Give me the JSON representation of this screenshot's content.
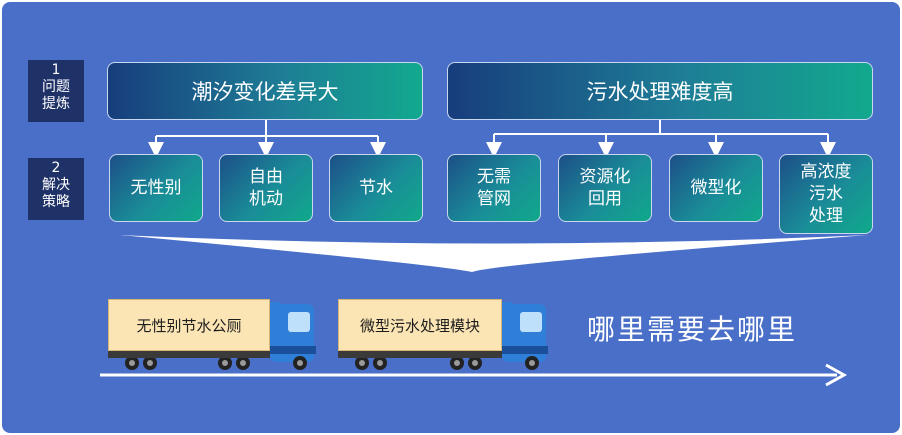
{
  "side_labels": [
    {
      "number": "1",
      "line1": "问题",
      "line2": "提炼"
    },
    {
      "number": "2",
      "line1": "解决",
      "line2": "策略"
    }
  ],
  "problems": [
    {
      "label": "潮汐变化差异大"
    },
    {
      "label": "污水处理难度高"
    }
  ],
  "strategies_left": [
    {
      "line1": "无性别",
      "line2": ""
    },
    {
      "line1": "自由",
      "line2": "机动"
    },
    {
      "line1": "节水",
      "line2": ""
    }
  ],
  "strategies_right": [
    {
      "line1": "无需",
      "line2": "管网",
      "line3": ""
    },
    {
      "line1": "资源化",
      "line2": "回用",
      "line3": ""
    },
    {
      "line1": "微型化",
      "line2": "",
      "line3": ""
    },
    {
      "line1": "高浓度",
      "line2": "污水",
      "line3": "处理"
    }
  ],
  "trucks": [
    {
      "label": "无性别节水公厕"
    },
    {
      "label": "微型污水处理模块"
    }
  ],
  "slogan": "哪里需要去哪里",
  "colors": {
    "background": "#4a6fc8",
    "label_block": "#1f3268",
    "cargo": "#fbe5b4",
    "cab": "#2f7fd8",
    "arrow": "#ffffff"
  }
}
